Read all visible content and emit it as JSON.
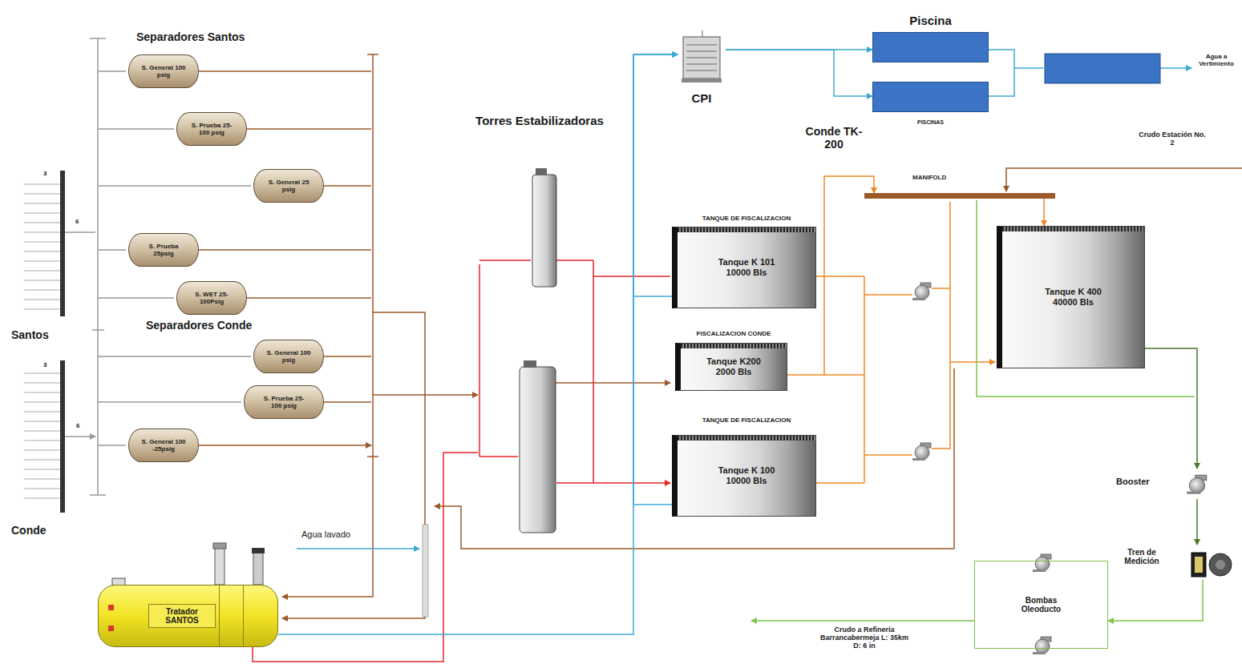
{
  "diagram": {
    "nodes": [
      {
        "text": [
          "S. General 100 psig"
        ]
      },
      {
        "text": [
          "S. Prueba 25-100 psig"
        ]
      },
      {
        "text": [
          "S. General 25 psig"
        ]
      },
      {
        "text": [
          "S. Prueba 25psig"
        ]
      },
      {
        "text": [
          "S. WET 25-100Psig"
        ]
      },
      {
        "text": [
          "S. General 100 psig"
        ]
      },
      {
        "text": [
          "S. Prueba 25-100 psig"
        ]
      },
      {
        "text": [
          "S. General 100 -25psig"
        ]
      },
      {
        "text": [
          "Tratador SANTOS"
        ]
      },
      {
        "text": [
          "CPI"
        ]
      },
      {
        "text": [
          "Piscina"
        ]
      },
      {
        "text": [
          "PISCINAS"
        ]
      },
      {
        "text": [
          "TANQUE DE FISCALIZACION",
          "Tanque K 101 10000 Bls"
        ]
      },
      {
        "text": [
          "FISCALIZACION CONDE",
          "Tanque K200 2000 Bls"
        ]
      },
      {
        "text": [
          "TANQUE DE FISCALIZACION",
          "Tanque K 100 10000 Bls"
        ]
      },
      {
        "text": [
          "MANIFOLD"
        ]
      },
      {
        "text": [
          "Tanque K 400 40000 Bls"
        ]
      },
      {
        "text": [
          "Booster"
        ]
      },
      {
        "text": [
          "Tren de Medición"
        ]
      },
      {
        "text": [
          "Bombas Oleoducto"
        ]
      }
    ],
    "edges": [
      {
        "from": 8,
        "to": 9,
        "arrow": "to"
      },
      {
        "from": 9,
        "to": 10,
        "arrow": "to"
      },
      {
        "from": 9,
        "to": 11,
        "arrow": "to"
      },
      {
        "from": 12,
        "to": 9,
        "arrow": "to"
      },
      {
        "from": 14,
        "to": 9,
        "arrow": "to"
      },
      {
        "from": 13,
        "to": 15,
        "arrow": "to"
      },
      {
        "from": 15,
        "to": 16,
        "arrow": "to"
      },
      {
        "from": 16,
        "to": 17,
        "arrow": "to"
      },
      {
        "from": 17,
        "to": 18,
        "arrow": "to"
      },
      {
        "from": 18,
        "to": 19,
        "arrow": "to"
      }
    ],
    "labels": [
      "Separadores Santos",
      "Santos",
      "3",
      "6",
      "Separadores Conde",
      "Conde",
      "3",
      "6",
      "Agua lavado",
      "Torres Estabilizadoras",
      "Conde TK- 200",
      "Crudo Estación No. 2",
      "Agua a Vertimiento",
      "Crudo a Refinería Barrancabermeja L: 35km D: 6 in"
    ]
  }
}
